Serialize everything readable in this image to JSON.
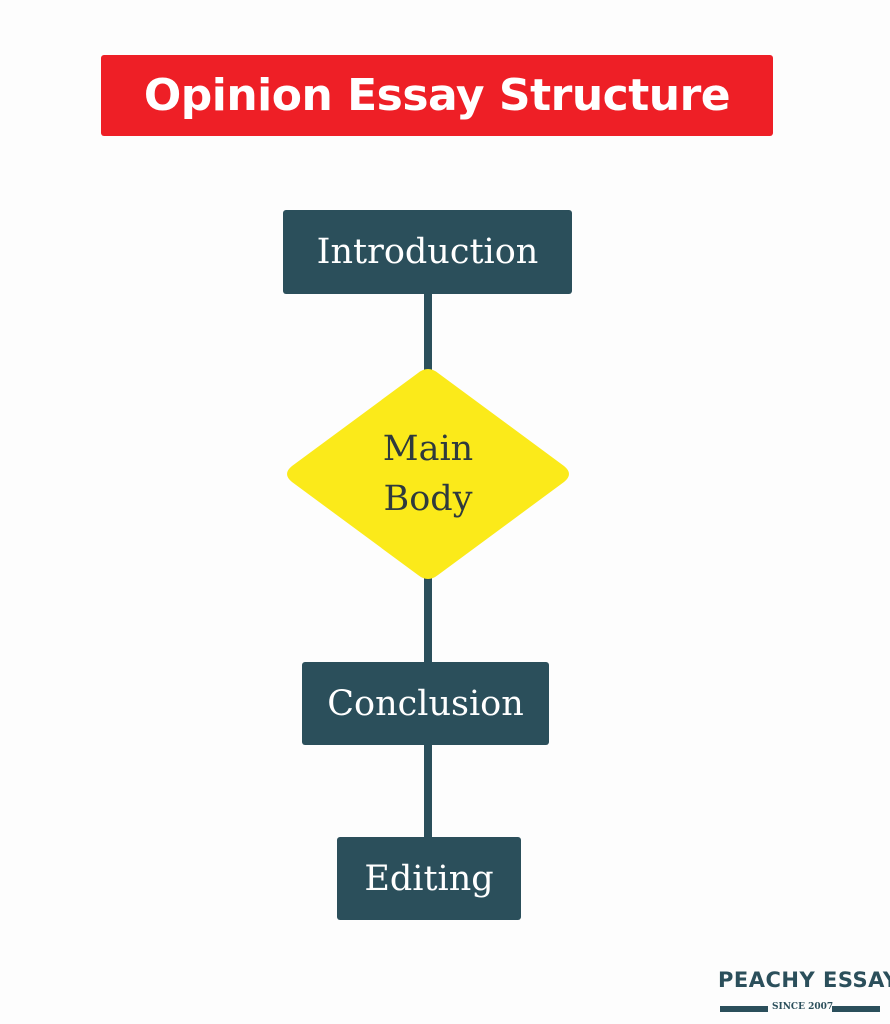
{
  "title": "Opinion Essay Structure",
  "nodes": {
    "introduction": "Introduction",
    "main_body_line1": "Main",
    "main_body_line2": "Body",
    "conclusion": "Conclusion",
    "editing": "Editing"
  },
  "logo": {
    "name": "PEACHY ESSAY",
    "tagline": "SINCE 2007"
  },
  "colors": {
    "banner": "#ee1f26",
    "box": "#2b4f5b",
    "diamond": "#fbea1a",
    "background": "#fdfdfd"
  }
}
